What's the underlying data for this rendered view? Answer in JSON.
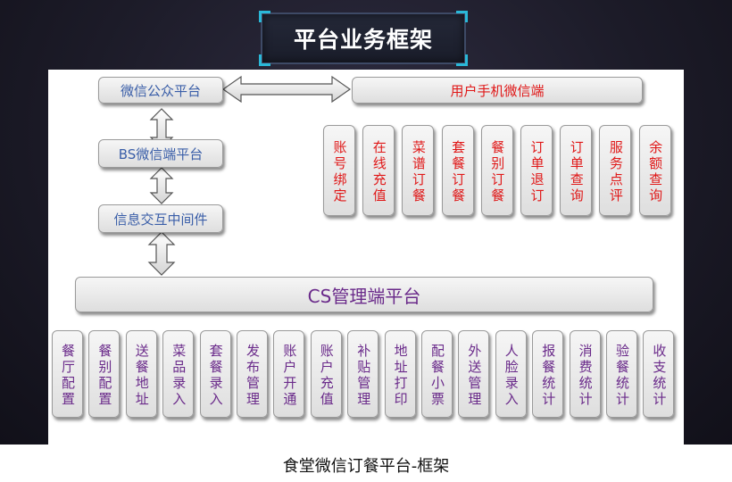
{
  "title": "平台业务框架",
  "caption": "食堂微信订餐平台-框架",
  "platforms": {
    "wechat_official": "微信公众平台",
    "bs_wechat": "BS微信端平台",
    "middleware": "信息交互中间件",
    "user_mobile": "用户手机微信端",
    "cs_management": "CS管理端平台"
  },
  "mobile_functions": [
    "账号绑定",
    "在线充值",
    "菜谱订餐",
    "套餐订餐",
    "餐别订餐",
    "订单退订",
    "订单查询",
    "服务点评",
    "余额查询"
  ],
  "cs_functions": [
    "餐厅配置",
    "餐别配置",
    "送餐地址",
    "菜品录入",
    "套餐录入",
    "发布管理",
    "账户开通",
    "账户充值",
    "补贴管理",
    "地址打印",
    "配餐小票",
    "外送管理",
    "人脸录入",
    "报餐统计",
    "消费统计",
    "验餐统计",
    "收支统计"
  ],
  "colors": {
    "platform_text": "#3a5ea8",
    "mobile_function_text": "#e01818",
    "cs_text": "#6a2a8a",
    "title_accent": "#2ab8d8"
  }
}
